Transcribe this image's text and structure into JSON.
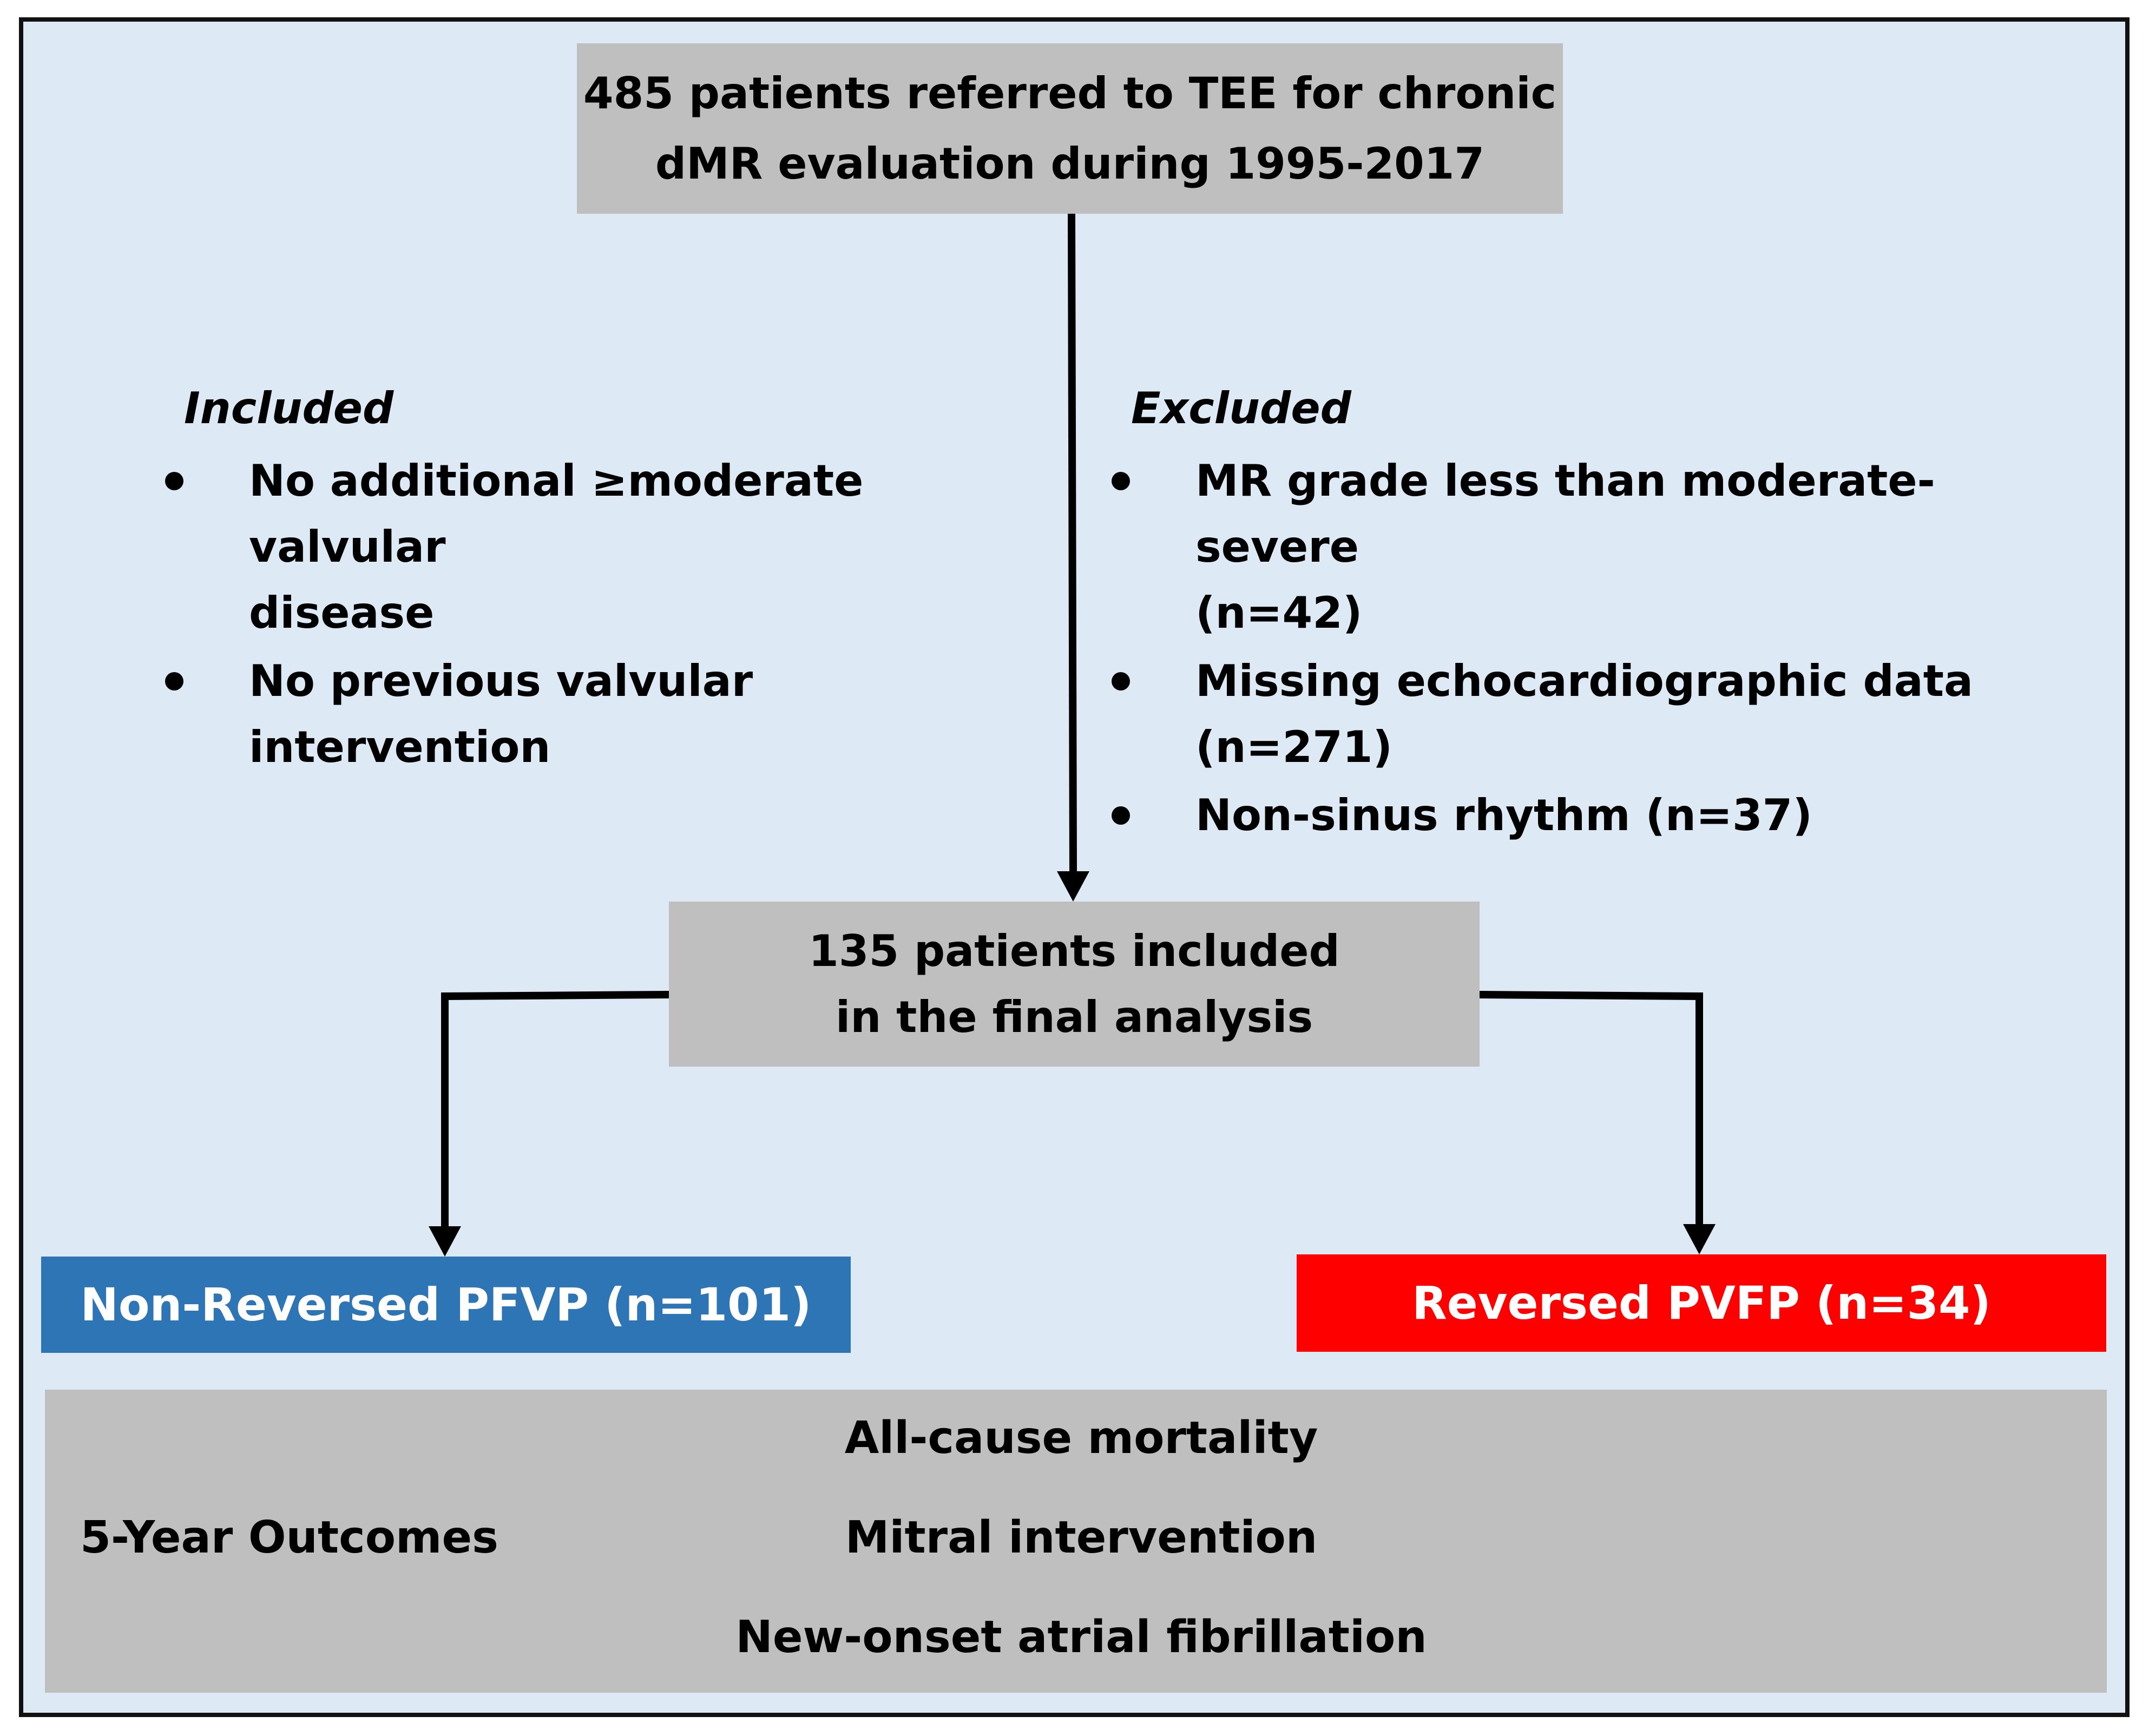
{
  "top_box": {
    "line1": "485 patients referred to TEE for chronic",
    "line2": "dMR evaluation during 1995-2017"
  },
  "included": {
    "title": "Included",
    "items": [
      {
        "line1": "No additional ≥moderate valvular",
        "line2": "disease"
      },
      {
        "line1": "No previous valvular intervention",
        "line2": ""
      }
    ]
  },
  "excluded": {
    "title": "Excluded",
    "items": [
      {
        "line1": "MR grade less than moderate-severe",
        "line2": "(n=42)"
      },
      {
        "line1": "Missing echocardiographic data",
        "line2": "(n=271)"
      },
      {
        "line1": "Non-sinus rhythm (n=37)",
        "line2": ""
      }
    ]
  },
  "mid_box": {
    "line1": "135 patients included",
    "line2": "in the final analysis"
  },
  "groups": {
    "left": "Non-Reversed PFVP (n=101)",
    "right": "Reversed PVFP (n=34)"
  },
  "outcomes": {
    "label": "5-Year Outcomes",
    "items": [
      "All-cause mortality",
      "Mitral intervention",
      "New-onset atrial fibrillation"
    ]
  },
  "colors": {
    "background": "#dde9f5",
    "box_grey": "#bfbfbf",
    "left_group": "#2e75b6",
    "right_group": "#ff0000"
  }
}
